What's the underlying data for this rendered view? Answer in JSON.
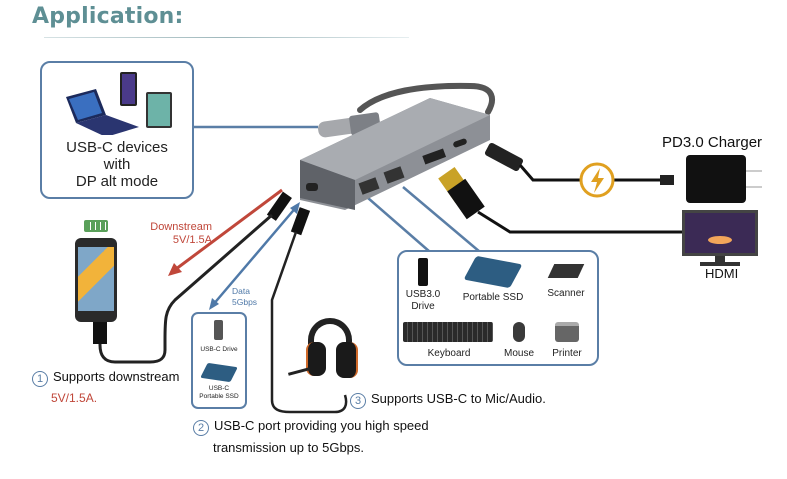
{
  "header": {
    "title": "Application:"
  },
  "host_box": {
    "label_lines": [
      "USB-C devices",
      "with",
      "DP alt mode"
    ]
  },
  "charger": {
    "label": "PD3.0 Charger"
  },
  "monitor": {
    "label": "HDMI"
  },
  "usb_devices": {
    "items": [
      {
        "label_lines": [
          "USB3.0",
          "Drive"
        ],
        "icon": "usb-drive-icon"
      },
      {
        "label_lines": [
          "Portable SSD"
        ],
        "icon": "ssd-icon"
      },
      {
        "label_lines": [
          "Scanner"
        ],
        "icon": "scanner-icon"
      },
      {
        "label_lines": [
          "Keyboard"
        ],
        "icon": "keyboard-icon"
      },
      {
        "label_lines": [
          "Mouse"
        ],
        "icon": "mouse-icon"
      },
      {
        "label_lines": [
          "Printer"
        ],
        "icon": "printer-icon"
      }
    ]
  },
  "usbc_box": {
    "items": [
      {
        "label": "USB-C Drive"
      },
      {
        "label_lines": [
          "USB-C",
          "Portable SSD"
        ]
      }
    ]
  },
  "annotations": {
    "downstream": [
      "Downstream",
      "5V/1.5A"
    ],
    "data": [
      "Data",
      "5Gbps"
    ]
  },
  "notes": [
    {
      "num": "1",
      "lines": [
        "Supports downstream",
        "5V/1.5A."
      ]
    },
    {
      "num": "2",
      "lines": [
        "USB-C port providing you high speed",
        "transmission up to 5Gbps."
      ]
    },
    {
      "num": "3",
      "lines": [
        "Supports USB-C to Mic/Audio."
      ]
    }
  ],
  "colors": {
    "title": "#5e8f94",
    "box_border": "#5a7ea6",
    "downstream": "#c0473a",
    "data": "#4f79a8",
    "bolt": "#e0a020"
  }
}
